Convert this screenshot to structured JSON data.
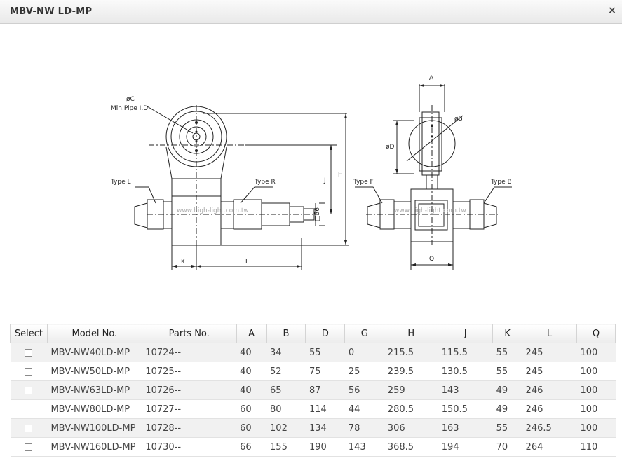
{
  "dialog": {
    "title": "MBV-NW LD-MP",
    "close_symbol": "×"
  },
  "drawing": {
    "labels": {
      "phi_c": "øC",
      "min_pipe": "Min.Pipe I.D.",
      "type_l": "Type L",
      "type_r": "Type R",
      "type_f": "Type F",
      "type_b": "Type B",
      "dim_a": "A",
      "dim_phi_b": "øB",
      "dim_phi_d": "øD",
      "dim_j": "J",
      "dim_h": "H",
      "dim_56": "□56",
      "dim_k": "K",
      "dim_l": "L",
      "dim_q": "Q"
    },
    "watermark_left": "www.high-light.com.tw",
    "watermark_right": "www.high-light.com.tw"
  },
  "table": {
    "headers": [
      "Select",
      "Model No.",
      "Parts No.",
      "A",
      "B",
      "D",
      "G",
      "H",
      "J",
      "K",
      "L",
      "Q"
    ],
    "rows": [
      [
        "MBV-NW40LD-MP",
        "10724--",
        "40",
        "34",
        "55",
        "0",
        "215.5",
        "115.5",
        "55",
        "245",
        "100"
      ],
      [
        "MBV-NW50LD-MP",
        "10725--",
        "40",
        "52",
        "75",
        "25",
        "239.5",
        "130.5",
        "55",
        "245",
        "100"
      ],
      [
        "MBV-NW63LD-MP",
        "10726--",
        "40",
        "65",
        "87",
        "56",
        "259",
        "143",
        "49",
        "246",
        "100"
      ],
      [
        "MBV-NW80LD-MP",
        "10727--",
        "60",
        "80",
        "114",
        "44",
        "280.5",
        "150.5",
        "49",
        "246",
        "100"
      ],
      [
        "MBV-NW100LD-MP",
        "10728--",
        "60",
        "102",
        "134",
        "78",
        "306",
        "163",
        "55",
        "246.5",
        "100"
      ],
      [
        "MBV-NW160LD-MP",
        "10730--",
        "66",
        "155",
        "190",
        "143",
        "368.5",
        "194",
        "70",
        "264",
        "110"
      ]
    ]
  }
}
